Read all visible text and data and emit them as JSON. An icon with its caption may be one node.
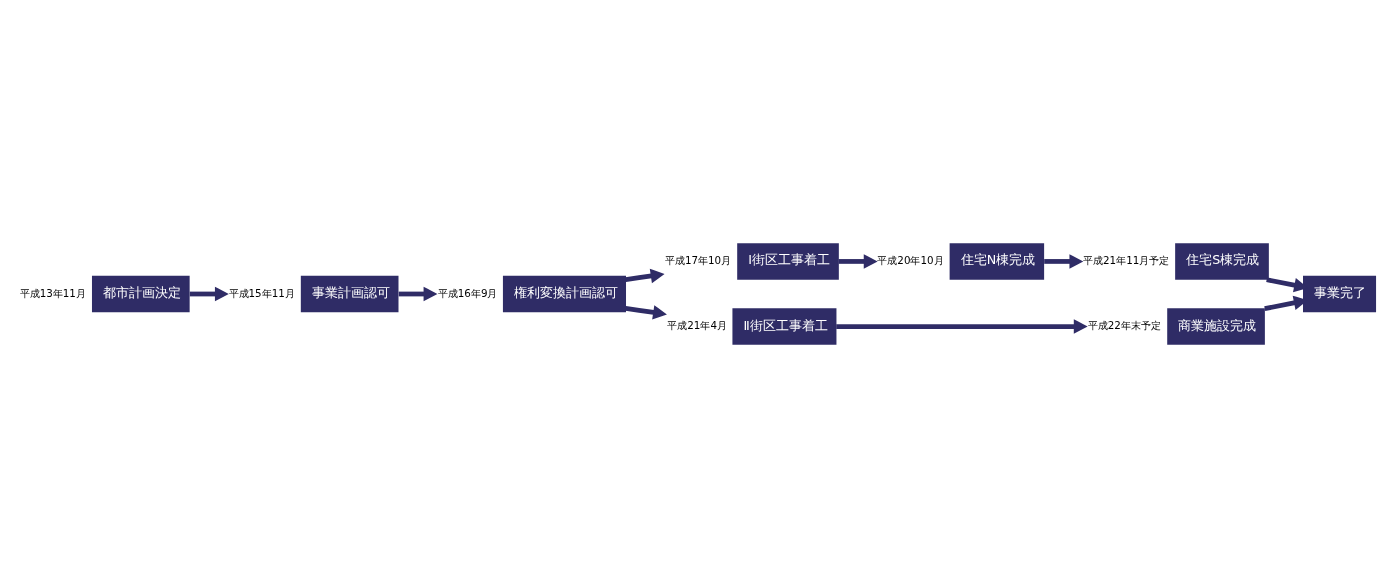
{
  "diagram": {
    "nodes": [
      {
        "text": [
          "都市計画決定"
        ],
        "beside": [
          "平成13年11月"
        ]
      },
      {
        "text": [
          "事業計画認可"
        ],
        "beside": [
          "平成15年11月"
        ]
      },
      {
        "text": [
          "権利変換計画認可"
        ],
        "beside": [
          "平成16年9月"
        ]
      },
      {
        "text": [
          "Ⅰ街区工事着工"
        ],
        "beside": [
          "平成17年10月"
        ]
      },
      {
        "text": [
          "住宅N棟完成"
        ],
        "beside": [
          "平成20年10月"
        ]
      },
      {
        "text": [
          "Ⅱ街区工事着工"
        ],
        "beside": [
          "平成21年4月"
        ]
      },
      {
        "text": [
          "住宅S棟完成"
        ],
        "beside": [
          "平成21年11月予定"
        ]
      },
      {
        "text": [
          "商業施設完成"
        ],
        "beside": [
          "平成22年末予定"
        ]
      },
      {
        "text": [
          "事業完了"
        ]
      }
    ],
    "edges": [
      {
        "from": 0,
        "to": 1,
        "arrow": "to"
      },
      {
        "from": 1,
        "to": 2,
        "arrow": "to"
      },
      {
        "from": 2,
        "to": 3,
        "arrow": "to"
      },
      {
        "from": 3,
        "to": 4,
        "arrow": "to"
      },
      {
        "from": 4,
        "to": 6,
        "arrow": "to"
      },
      {
        "from": 6,
        "to": 8,
        "arrow": "to"
      },
      {
        "from": 2,
        "to": 5,
        "arrow": "to"
      },
      {
        "from": 5,
        "to": 7,
        "arrow": "to"
      },
      {
        "from": 7,
        "to": 8,
        "arrow": "to"
      }
    ]
  }
}
